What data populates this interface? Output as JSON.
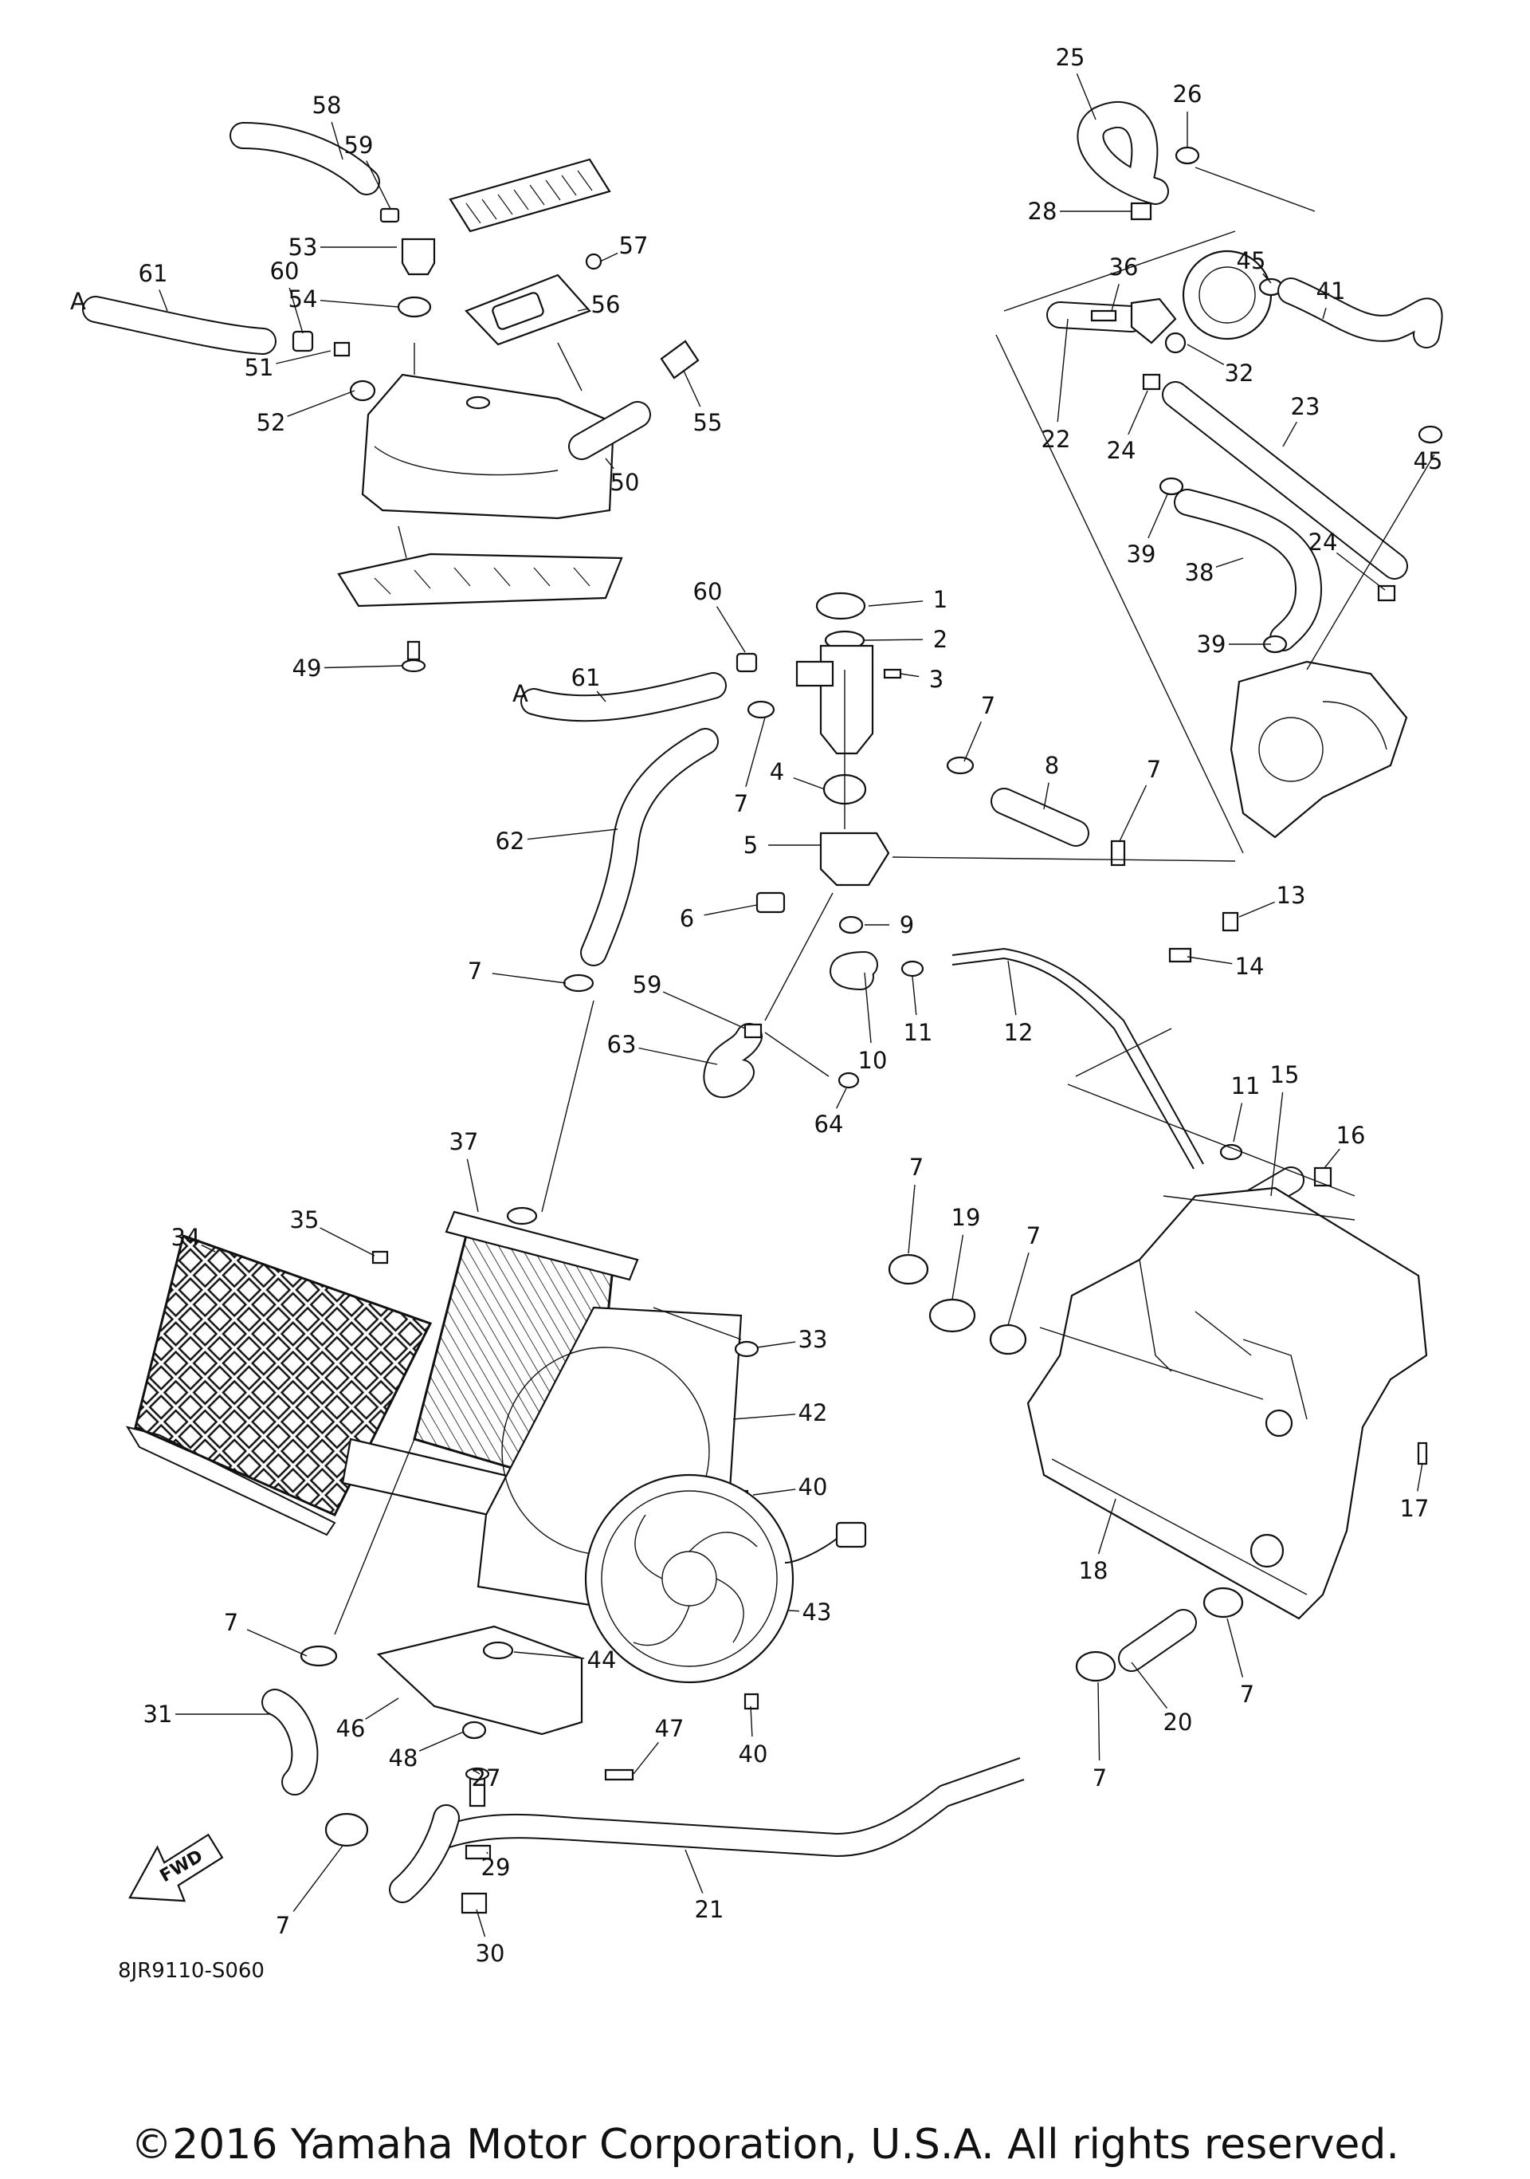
{
  "diagram": {
    "code": "8JR9110-S060",
    "fwd_label": "FWD",
    "reference_label": "A",
    "callouts": [
      "1",
      "2",
      "3",
      "4",
      "5",
      "6",
      "7",
      "8",
      "9",
      "10",
      "11",
      "12",
      "13",
      "14",
      "15",
      "16",
      "17",
      "18",
      "19",
      "20",
      "21",
      "22",
      "23",
      "24",
      "25",
      "26",
      "27",
      "28",
      "29",
      "30",
      "31",
      "32",
      "33",
      "34",
      "35",
      "36",
      "37",
      "38",
      "39",
      "40",
      "41",
      "42",
      "43",
      "44",
      "45",
      "46",
      "47",
      "48",
      "49",
      "50",
      "51",
      "52",
      "53",
      "54",
      "55",
      "56",
      "57",
      "58",
      "59",
      "60",
      "61",
      "62",
      "63",
      "64"
    ]
  },
  "copyright": "©2016 Yamaha Motor Corporation, U.S.A. All rights reserved."
}
